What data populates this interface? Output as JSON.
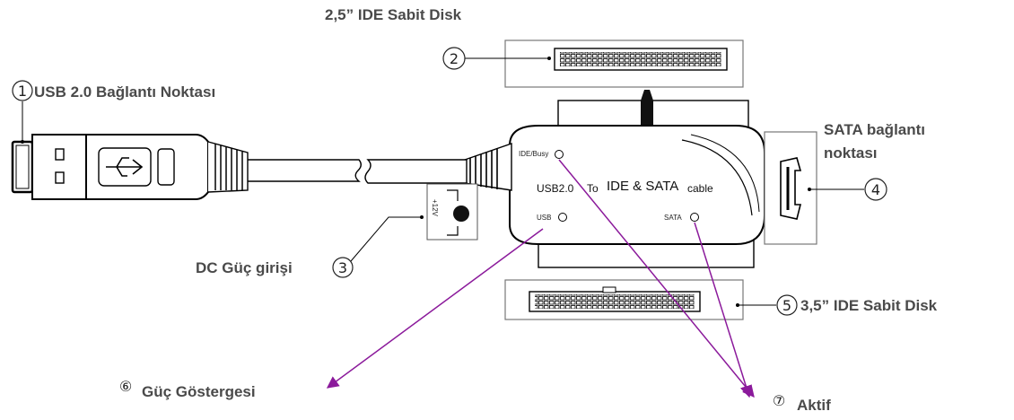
{
  "labels": {
    "ide25": "2,5” IDE Sabit Disk",
    "usb": "USB 2.0 Bağlantı Noktası",
    "sata_line1": "SATA bağlantı",
    "sata_line2": "noktası",
    "dc": "DC Güç girişi",
    "ide35": "3,5” IDE Sabit Disk",
    "power": "Güç Göstergesi",
    "active": "Aktif"
  },
  "callouts": {
    "n1": "1",
    "n2": "2",
    "n3": "3",
    "n4": "4",
    "n5": "5",
    "n6": "⑥",
    "n7": "⑦"
  },
  "device": {
    "led_ide_busy": "IDE/Busy",
    "led_usb": "USB",
    "led_sata": "SATA",
    "product_prefix": "USB2.0",
    "product_to": "To",
    "product_ide_sata": "IDE & SATA",
    "product_cable": "cable",
    "dc_jack": "+12V"
  },
  "colors": {
    "arrow": "#8b1a9b",
    "label_text": "#4a4a4a",
    "outline": "#000000"
  }
}
